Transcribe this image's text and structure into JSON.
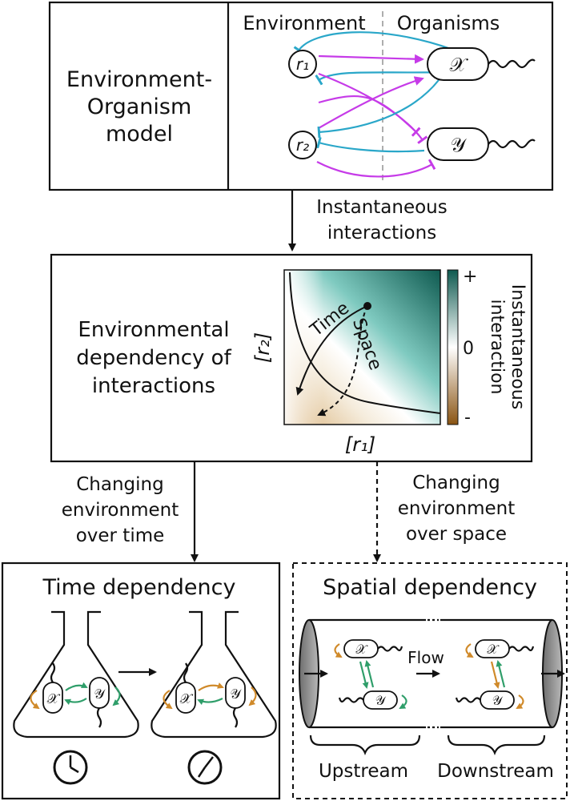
{
  "top": {
    "title_lines": [
      "Environment-",
      "Organism",
      "model"
    ],
    "environment_header": "Environment",
    "organisms_header": "Organisms",
    "resource_r1": "r₁",
    "resource_r2": "r₂",
    "organism_x": "𝒳",
    "organism_y": "𝒴"
  },
  "arrow1_label_lines": [
    "Instantaneous",
    "interactions"
  ],
  "middle": {
    "title_lines": [
      "Environmental",
      "dependency of",
      "interactions"
    ],
    "curve_time_label": "Time",
    "curve_space_label": "Space",
    "x_axis_label": "[r₁]",
    "y_axis_label": "[r₂]",
    "colorbar_plus": "+",
    "colorbar_zero": "0",
    "colorbar_minus": "-",
    "colorbar_title_lines": [
      "Instantaneous",
      "interaction"
    ],
    "colors": {
      "positive": "#0f5a50",
      "neutral": "#ffffff",
      "negative": "#b8791e"
    }
  },
  "left_branch_label_lines": [
    "Changing",
    "environment",
    "over time"
  ],
  "right_branch_label_lines": [
    "Changing",
    "environment",
    "over space"
  ],
  "time_panel": {
    "title": "Time dependency",
    "organism_x": "𝒳",
    "organism_y": "𝒴"
  },
  "space_panel": {
    "title": "Spatial dependency",
    "flow_label": "Flow",
    "upstream_label": "Upstream",
    "downstream_label": "Downstream",
    "organism_x": "𝒳",
    "organism_y": "𝒴"
  }
}
